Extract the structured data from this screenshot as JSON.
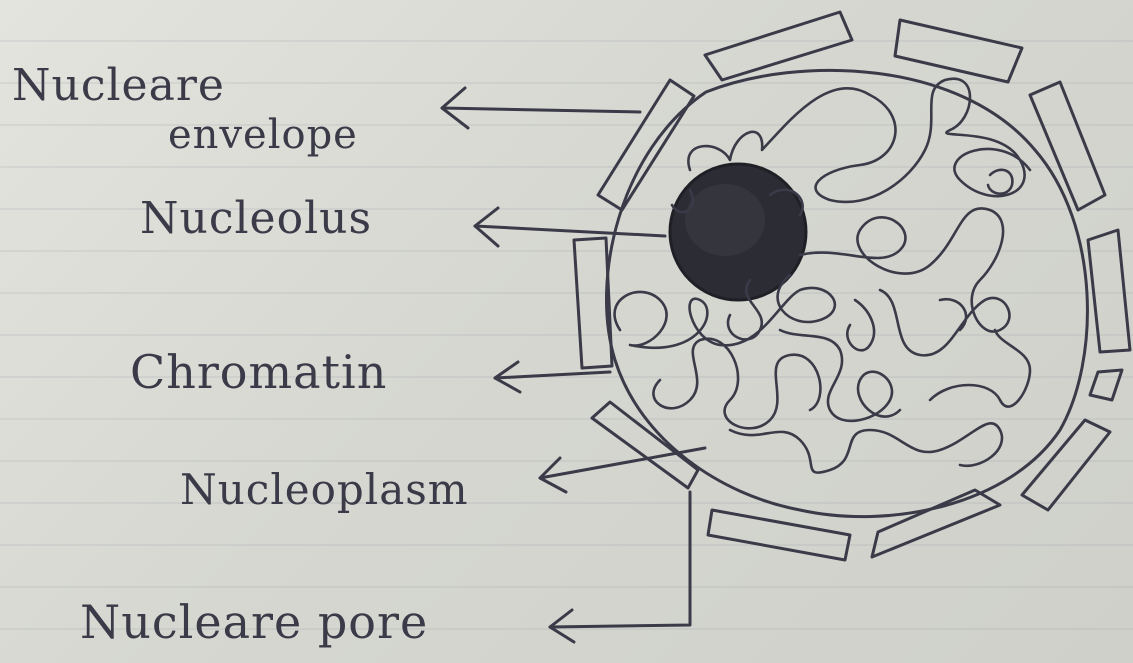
{
  "labels": {
    "nuclear_envelope_line1": "Nucleare",
    "nuclear_envelope_line2": "envelope",
    "nucleolus": "Nucleolus",
    "chromatin": "Chromatin",
    "nucleoplasm": "Nucleoplasm",
    "nuclear_pore": "Nucleare pore"
  },
  "colors": {
    "pencil": "#3a3a48",
    "paper": "#d9dad4",
    "nucleolus_fill": "#2c2c34"
  }
}
